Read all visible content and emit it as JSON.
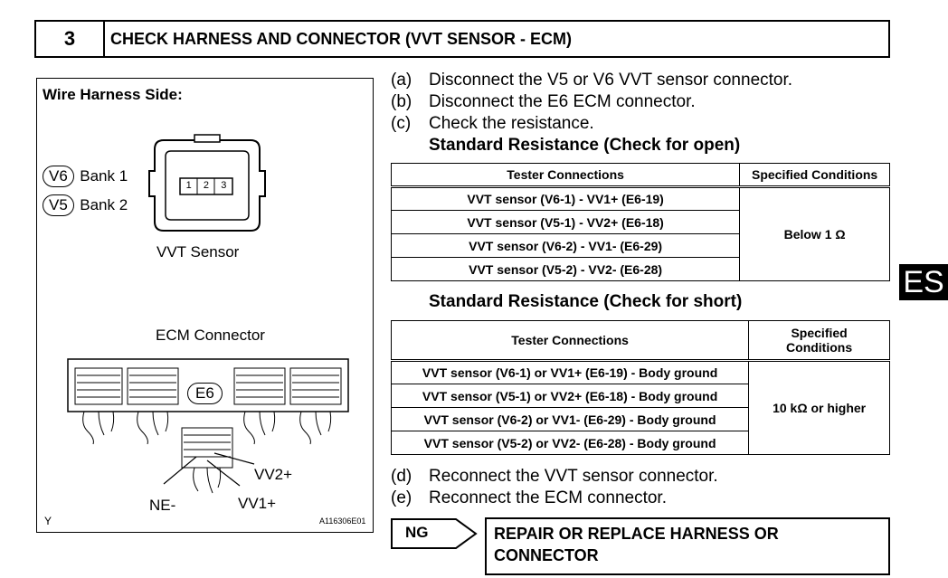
{
  "header": {
    "step_number": "3",
    "title": "CHECK HARNESS AND CONNECTOR (VVT SENSOR - ECM)"
  },
  "illustration": {
    "caption": "Wire Harness Side:",
    "legend": [
      {
        "badge": "V6",
        "label": "Bank 1"
      },
      {
        "badge": "V5",
        "label": "Bank 2"
      }
    ],
    "sensor_pins": [
      "1",
      "2",
      "3"
    ],
    "sensor_label": "VVT Sensor",
    "ecm_label": "ECM Connector",
    "ecm_badge": "E6",
    "pin_labels": {
      "vv2": "VV2+",
      "ne": "NE-",
      "vv1": "VV1+"
    },
    "corner_mark": "Y",
    "figure_id": "A116306E01"
  },
  "steps": {
    "a": {
      "label": "(a)",
      "text": "Disconnect the V5 or V6 VVT sensor connector."
    },
    "b": {
      "label": "(b)",
      "text": "Disconnect the E6 ECM connector."
    },
    "c": {
      "label": "(c)",
      "text": "Check the resistance."
    },
    "d": {
      "label": "(d)",
      "text": "Reconnect the VVT sensor connector."
    },
    "e": {
      "label": "(e)",
      "text": "Reconnect the ECM connector."
    }
  },
  "open_check": {
    "heading": "Standard Resistance (Check for open)",
    "col_tester": "Tester Connections",
    "col_spec": "Specified Conditions",
    "rows": [
      "VVT sensor (V6-1) - VV1+ (E6-19)",
      "VVT sensor (V5-1) - VV2+ (E6-18)",
      "VVT sensor (V6-2) - VV1- (E6-29)",
      "VVT sensor (V5-2) - VV2- (E6-28)"
    ],
    "spec_value": "Below 1 Ω"
  },
  "short_check": {
    "heading": "Standard Resistance (Check for short)",
    "col_tester": "Tester Connections",
    "col_spec_line1": "Specified",
    "col_spec_line2": "Conditions",
    "rows": [
      "VVT sensor (V6-1) or VV1+ (E6-19) - Body ground",
      "VVT sensor (V5-1) or VV2+ (E6-18) - Body ground",
      "VVT sensor (V6-2) or VV1- (E6-29) - Body ground",
      "VVT sensor (V5-2) or VV2- (E6-28) - Body ground"
    ],
    "spec_value": "10 kΩ or higher"
  },
  "side_tab": "ES",
  "result": {
    "ng_label": "NG",
    "action_line1": "REPAIR OR REPLACE HARNESS OR",
    "action_line2": "CONNECTOR"
  }
}
